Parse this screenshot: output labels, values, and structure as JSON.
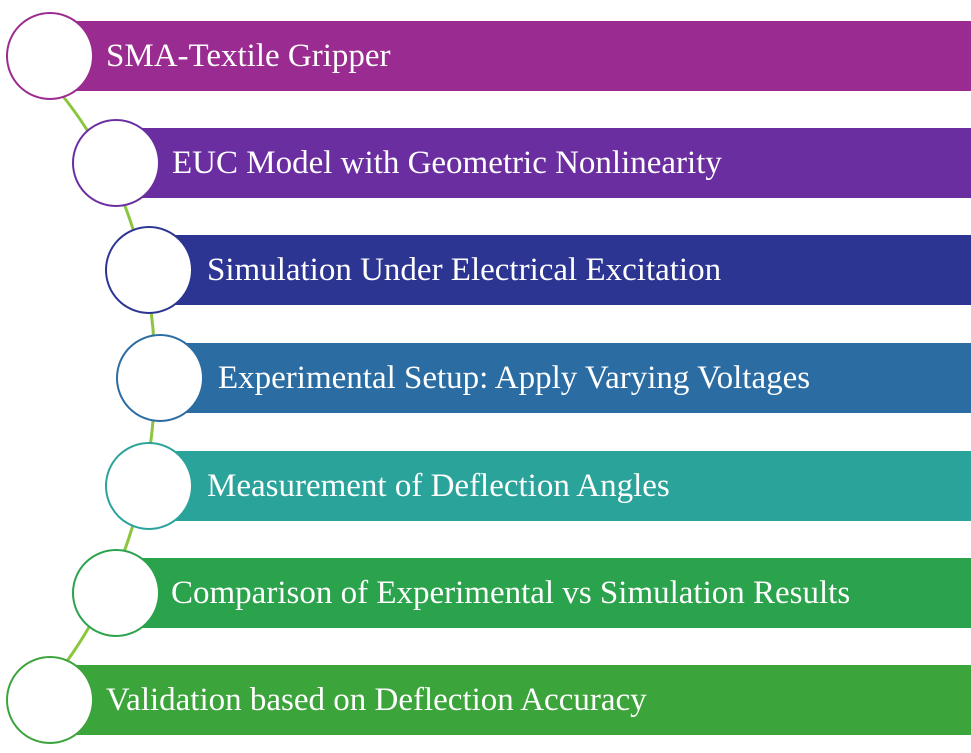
{
  "diagram": {
    "steps": [
      {
        "label": "SMA-Textile Gripper",
        "color": "#9A2B90",
        "ring": "#9A2B90"
      },
      {
        "label": "EUC Model with Geometric Nonlinearity",
        "color": "#6B2EA0",
        "ring": "#6B2EA0"
      },
      {
        "label": "Simulation Under Electrical Excitation",
        "color": "#2D3593",
        "ring": "#2D3593"
      },
      {
        "label": "Experimental Setup: Apply Varying Voltages",
        "color": "#2B6CA3",
        "ring": "#2B6CA3"
      },
      {
        "label": "Measurement of Deflection Angles",
        "color": "#2AA39A",
        "ring": "#2AA39A"
      },
      {
        "label": "Comparison of Experimental vs Simulation Results",
        "color": "#2BA24C",
        "ring": "#2BA24C"
      },
      {
        "label": "Validation based on Deflection Accuracy",
        "color": "#3BA43A",
        "ring": "#3BA43A"
      }
    ],
    "connector_color": "#8CC63F"
  }
}
